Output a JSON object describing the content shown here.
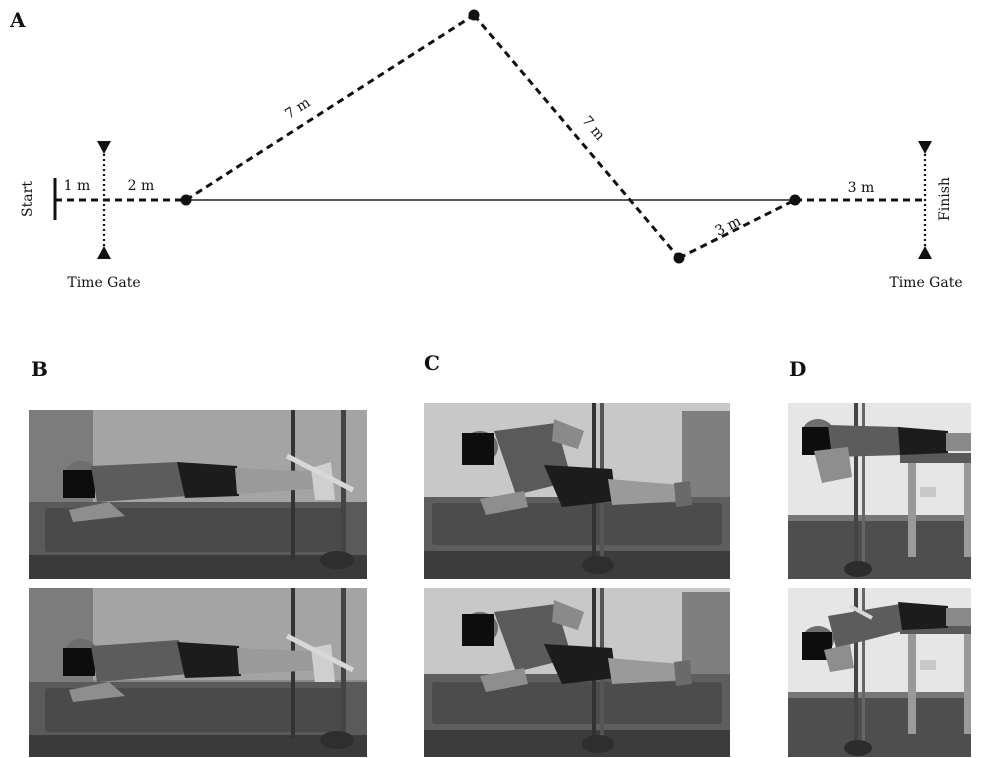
{
  "panels": {
    "a": "A",
    "b": "B",
    "c": "C",
    "d": "D"
  },
  "course": {
    "start_label": "Start",
    "finish_label": "Finish",
    "gate_label_left": "Time Gate",
    "gate_label_right": "Time Gate",
    "segments": {
      "seg_1m": "1 m",
      "seg_2m": "2 m",
      "seg_7m_up": "7 m",
      "seg_7m_down": "7 m",
      "seg_3m_diag": "3 m",
      "seg_3m_end": "3 m"
    }
  }
}
